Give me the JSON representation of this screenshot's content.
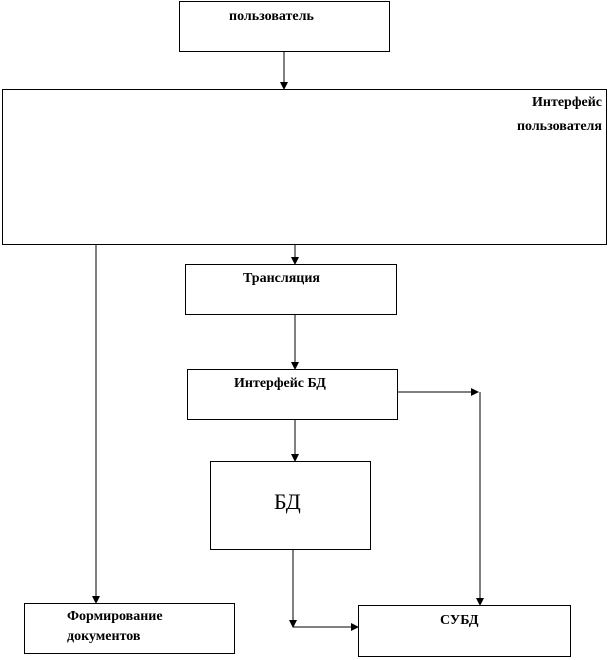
{
  "diagram": {
    "nodes": {
      "user": "пользователь",
      "ui_line1": "Интерфейс",
      "ui_line2": "пользователя",
      "translation": "Трансляция",
      "db_interface": "Интерфейс БД",
      "db": "БД",
      "documents_line1": "Формирование",
      "documents_line2": "документов",
      "dbms": "СУБД"
    },
    "edges": [
      {
        "from": "user",
        "to": "ui"
      },
      {
        "from": "ui",
        "to": "translation"
      },
      {
        "from": "ui",
        "to": "documents"
      },
      {
        "from": "translation",
        "to": "db_interface"
      },
      {
        "from": "db_interface",
        "to": "db"
      },
      {
        "from": "db_interface",
        "to": "dbms"
      },
      {
        "from": "db",
        "to": "dbms"
      }
    ]
  }
}
